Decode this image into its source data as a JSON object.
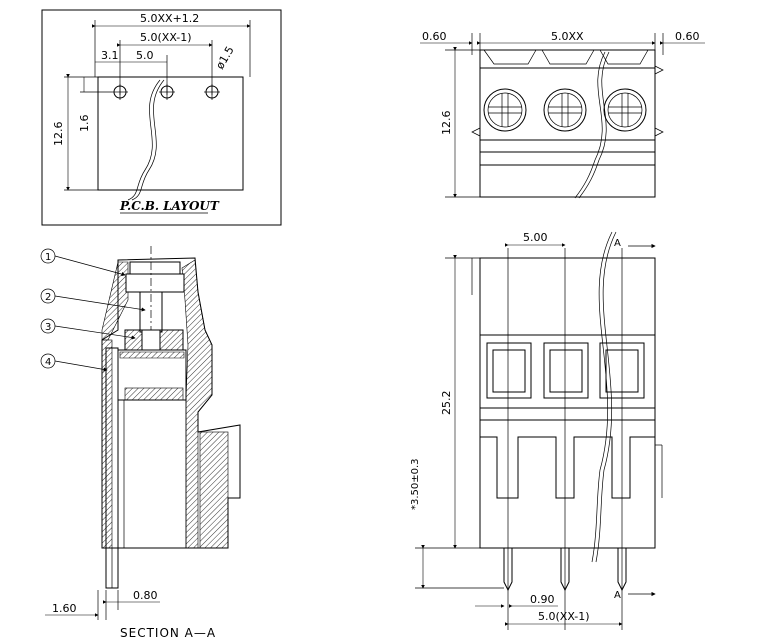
{
  "pcb_layout": {
    "title": "P.C.B. LAYOUT",
    "dim_overall": "5.0XX+1.2",
    "dim_pitch_total": "5.0(XX-1)",
    "dim_edge": "3.1",
    "dim_pitch": "5.0",
    "dim_hole": "ø1.5",
    "dim_height": "12.6",
    "dim_hole_offset": "1.6"
  },
  "top_view": {
    "dim_left": "0.60",
    "dim_width": "5.0XX",
    "dim_right": "0.60",
    "dim_height": "12.6"
  },
  "front_view": {
    "dim_pitch": "5.00",
    "dim_height": "25.2",
    "dim_pin": "*3.50±0.3",
    "dim_pin_width": "0.90",
    "dim_total": "5.0(XX-1)",
    "section_mark_top": "A",
    "section_mark_bottom": "A"
  },
  "section_view": {
    "callouts": [
      "1",
      "2",
      "3",
      "4"
    ],
    "dim_left": "1.60",
    "dim_pin": "0.80",
    "title": "SECTION A—A"
  }
}
